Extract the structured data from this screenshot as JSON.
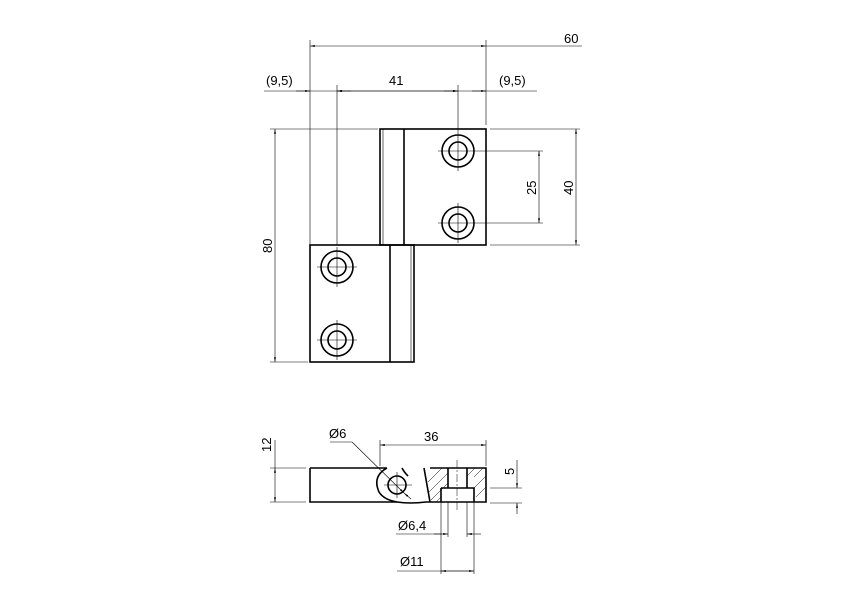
{
  "drawing": {
    "title": "Hinge technical drawing",
    "views": [
      "front view",
      "section view"
    ],
    "dimensions": {
      "overall_width": "60",
      "left_offset": "(9,5)",
      "hole_spacing_horizontal": "41",
      "right_offset": "(9,5)",
      "overall_height": "80",
      "leaf_height": "40",
      "hole_spacing_vertical": "25",
      "thickness": "12",
      "pin_diameter": "Ø6",
      "section_width": "36",
      "counterbore_depth": "5",
      "through_hole_diameter": "Ø6,4",
      "counterbore_diameter": "Ø11"
    },
    "colors": {
      "line": "#000000",
      "background": "#ffffff"
    }
  }
}
